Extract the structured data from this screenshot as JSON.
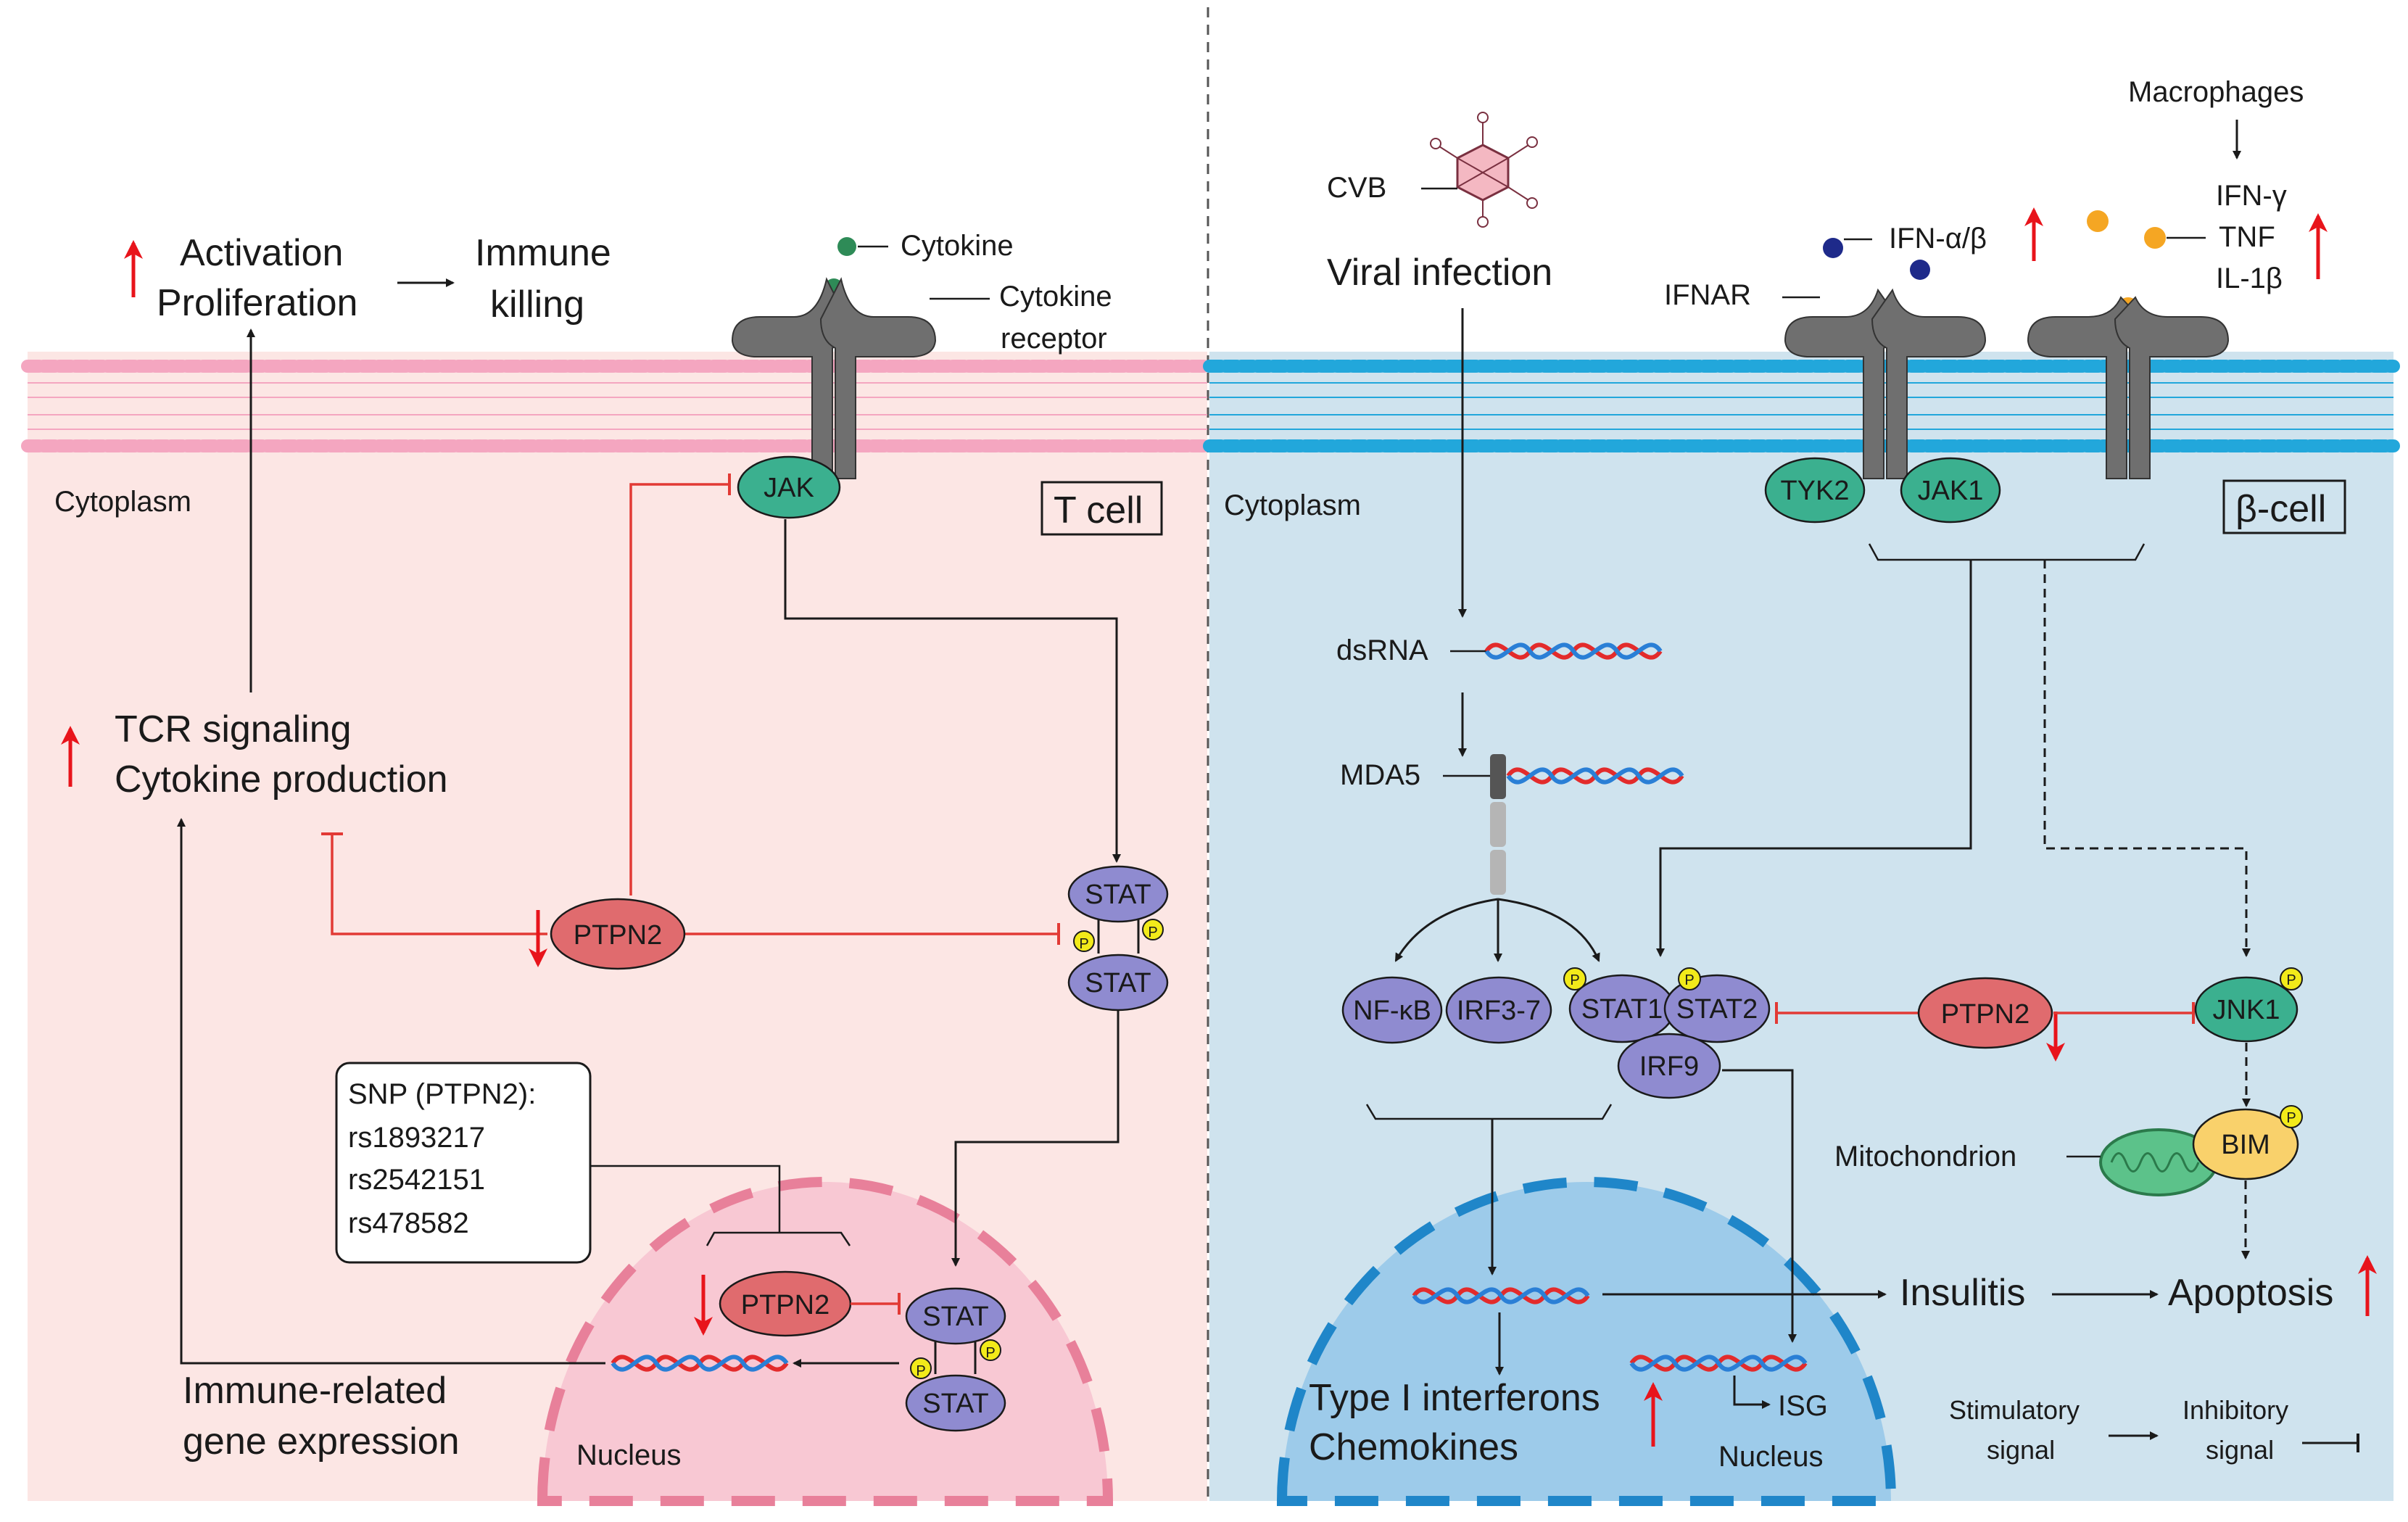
{
  "left_panel": {
    "activation": "Activation",
    "proliferation": "Proliferation",
    "immune": "Immune",
    "killing": "killing",
    "cytokine": "Cytokine",
    "cytokine_receptor_1": "Cytokine",
    "cytokine_receptor_2": "receptor",
    "cytoplasm": "Cytoplasm",
    "cell_label": "T cell",
    "jak": "JAK",
    "tcr_signaling": "TCR signaling",
    "cytokine_production": "Cytokine production",
    "ptpn2": "PTPN2",
    "stat": "STAT",
    "phospho": "P",
    "snp_title": "SNP (PTPN2):",
    "snp_1": "rs1893217",
    "snp_2": "rs2542151",
    "snp_3": "rs478582",
    "ptpn2_nucleus": "PTPN2",
    "gene_expr_1": "Immune-related",
    "gene_expr_2": "gene expression",
    "nucleus": "Nucleus"
  },
  "right_panel": {
    "cvb": "CVB",
    "viral_infection": "Viral infection",
    "macrophages": "Macrophages",
    "ifn_gamma": "IFN-γ",
    "tnf": "TNF",
    "il1b": "IL-1β",
    "ifn_ab": "IFN-α/β",
    "ifnar": "IFNAR",
    "tyk2": "TYK2",
    "jak1": "JAK1",
    "cytoplasm": "Cytoplasm",
    "cell_label": "β-cell",
    "dsrna": "dsRNA",
    "mda5": "MDA5",
    "nfkb": "NF-κB",
    "irf37": "IRF3-7",
    "stat1": "STAT1",
    "stat2": "STAT2",
    "irf9": "IRF9",
    "ptpn2": "PTPN2",
    "jnk1": "JNK1",
    "bim": "BIM",
    "mitochondrion": "Mitochondrion",
    "insulitis": "Insulitis",
    "apoptosis": "Apoptosis",
    "type1_ifn": "Type I interferons",
    "chemokines": "Chemokines",
    "isg": "ISG",
    "nucleus": "Nucleus",
    "stimulatory_1": "Stimulatory",
    "stimulatory_2": "signal",
    "inhibitory_1": "Inhibitory",
    "inhibitory_2": "signal"
  },
  "colors": {
    "left_bg": "#fce6e4",
    "right_bg": "#cfe3ee",
    "up_arrow": "#e8141b",
    "inhibit_line": "#e23a35",
    "ptpn2_fill": "#e06b6e",
    "jak_fill": "#3bb08f",
    "stat_fill": "#8f8bd0",
    "phospho_fill": "#f2ea1a",
    "receptor_fill": "#6f6f6f",
    "membrane_left": "#f4a6c0",
    "membrane_right": "#22a7db",
    "nucleus_left": "#f8c8d3",
    "nucleus_right": "#9dcbea"
  }
}
